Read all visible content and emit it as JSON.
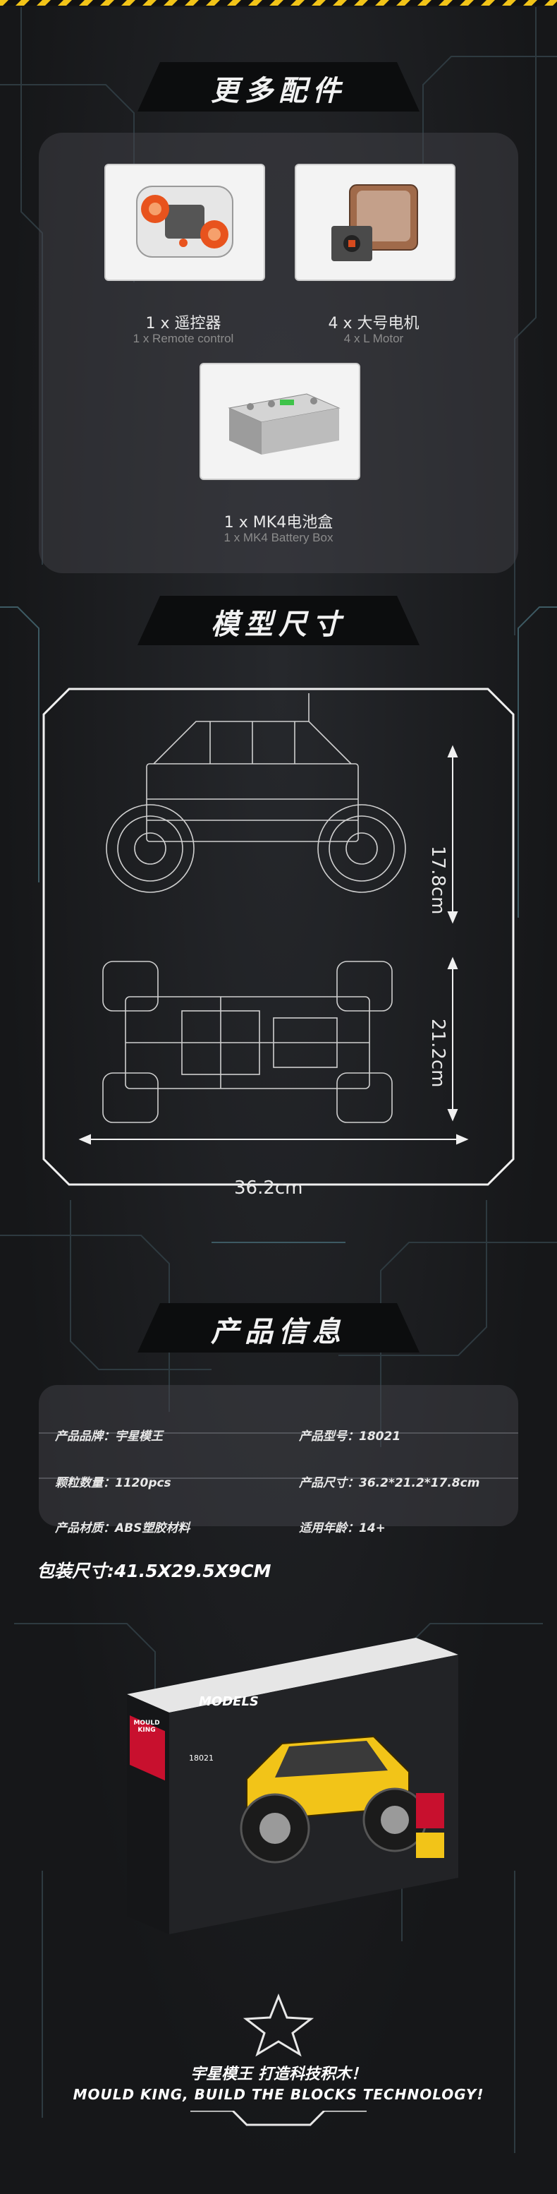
{
  "accessories": {
    "title": "更多配件",
    "items": [
      {
        "cn": "1 x 遥控器",
        "en": "1 x Remote control"
      },
      {
        "cn": "4 x 大号电机",
        "en": "4 x L Motor"
      },
      {
        "cn": "1 x MK4电池盒",
        "en": "1 x MK4 Battery Box"
      }
    ]
  },
  "dimensions": {
    "title": "模型尺寸",
    "height": "17.8cm",
    "width": "21.2cm",
    "length": "36.2cm"
  },
  "info": {
    "title": "产品信息",
    "brand": "产品品牌：宇星模王",
    "model": "产品型号：18021",
    "pieces": "颗粒数量：1120pcs",
    "size": "产品尺寸：36.2*21.2*17.8cm",
    "material": "产品材质：ABS塑胶材料",
    "age": "适用年龄：14+"
  },
  "package": {
    "label": "包装尺寸:41.5X29.5X9CM",
    "box_brand": "MOULD KING",
    "box_series": "MODELS",
    "box_model": "18021"
  },
  "slogan": {
    "cn": "宇星模王 打造科技积木！",
    "en": "MOULD KING, BUILD THE BLOCKS TECHNOLOGY!"
  },
  "colors": {
    "accent": "#f2c418",
    "panel": "#46484e",
    "background": "#1a1b1d"
  }
}
